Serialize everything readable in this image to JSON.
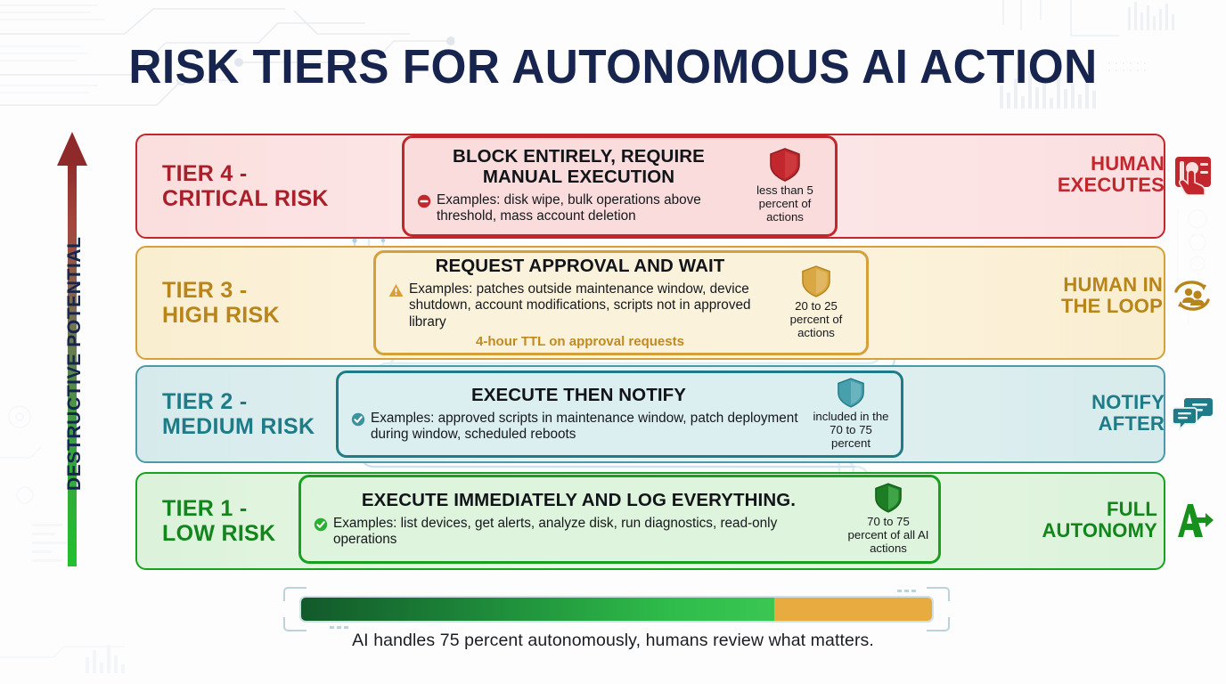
{
  "title": "RISK TIERS FOR AUTONOMOUS AI ACTION",
  "axis": {
    "label": "DESTRUCTIVE POTENTIAL",
    "arrow_icon": "up-arrow-gradient-icon"
  },
  "colors": {
    "title": "#17254e",
    "tier4_accent": "#c1272d",
    "tier4_fill": "#fbe0e0",
    "tier3_accent": "#c98a18",
    "tier3_fill": "#fbeed2",
    "tier2_accent": "#1f7b87",
    "tier2_fill": "#d9eced",
    "tier1_accent": "#17a11f",
    "tier1_fill": "#ddf2dc",
    "progress_green": "#2fbc4a",
    "progress_amber": "#e8ab40"
  },
  "tiers": [
    {
      "id": "tier-4",
      "name": "TIER 4 -\nCRITICAL RISK",
      "headline": "BLOCK ENTIRELY, REQUIRE MANUAL EXECUTION",
      "examples": "Examples: disk wipe, bulk operations above threshold, mass account deletion",
      "note": "",
      "bullet_icon": "prohibited-icon",
      "badge": "less than 5 percent of actions",
      "badge_icon": "shield-icon",
      "right_label": "HUMAN\nEXECUTES",
      "right_icon": "hand-tap-icon"
    },
    {
      "id": "tier-3",
      "name": "TIER 3 -\nHIGH RISK",
      "headline": "REQUEST APPROVAL AND WAIT",
      "examples": "Examples: patches outside maintenance window, device shutdown, account modifications, scripts not in approved library",
      "note": "4-hour TTL on approval requests",
      "bullet_icon": "warning-triangle-icon",
      "badge": "20 to 25 percent of actions",
      "badge_icon": "shield-icon",
      "right_label": "HUMAN IN\nTHE LOOP",
      "right_icon": "people-loop-icon"
    },
    {
      "id": "tier-2",
      "name": "TIER 2 -\nMEDIUM RISK",
      "headline": "EXECUTE THEN NOTIFY",
      "examples": "Examples: approved scripts in maintenance window, patch deployment during window, scheduled reboots",
      "note": "",
      "bullet_icon": "check-circle-icon",
      "badge": "included in the 70 to 75 percent",
      "badge_icon": "shield-icon",
      "right_label": "NOTIFY\nAFTER",
      "right_icon": "chat-bubbles-icon"
    },
    {
      "id": "tier-1",
      "name": "TIER 1 -\nLOW RISK",
      "headline": "EXECUTE IMMEDIATELY AND LOG EVERYTHING.",
      "examples": "Examples: list devices, get alerts, analyze disk, run diagnostics, read-only operations",
      "note": "",
      "bullet_icon": "check-circle-icon",
      "badge": "70 to 75 percent of all AI actions",
      "badge_icon": "shield-icon",
      "right_label": "FULL\nAUTONOMY",
      "right_icon": "a-arrow-icon"
    }
  ],
  "footer": {
    "caption": "AI handles 75 percent autonomously, humans review what matters.",
    "progress_percent": 75
  },
  "chart_data": {
    "type": "bar",
    "title": "RISK TIERS FOR AUTONOMOUS AI ACTION",
    "xlabel": "",
    "ylabel": "DESTRUCTIVE POTENTIAL",
    "categories": [
      "TIER 1 - LOW RISK",
      "TIER 2 - MEDIUM RISK",
      "TIER 3 - HIGH RISK",
      "TIER 4 - CRITICAL RISK"
    ],
    "values": [
      72.5,
      72.5,
      22.5,
      4
    ],
    "value_labels": [
      "70 to 75 percent of all AI actions",
      "included in the 70 to 75 percent",
      "20 to 25 percent of actions",
      "less than 5 percent of actions"
    ],
    "series": [
      {
        "name": "Share of AI actions (percent)",
        "values": [
          72.5,
          72.5,
          22.5,
          4
        ]
      }
    ],
    "annotations": [
      "AI handles 75 percent autonomously, humans review what matters."
    ],
    "legend": [
      "FULL AUTONOMY",
      "NOTIFY AFTER",
      "HUMAN IN THE LOOP",
      "HUMAN EXECUTES"
    ],
    "grid": false,
    "ylim": [
      0,
      100
    ]
  }
}
